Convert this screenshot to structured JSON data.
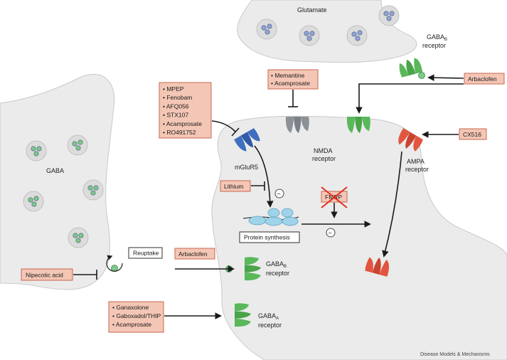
{
  "colors": {
    "cell": "#ebebeb",
    "cell_stroke": "#c9c9c9",
    "drug_box": "#f4c6b5",
    "drug_box_stroke": "#c45c44",
    "arrow": "#1a1a1a",
    "receptor_green": "#5ab85a",
    "receptor_blue": "#3f6fbf",
    "receptor_grey": "#8b9196",
    "receptor_red": "#e2553f",
    "vesicle_glutamate": "#8fa3d6",
    "vesicle_gaba": "#7cc98a",
    "ribosome": "#9fd3ea",
    "fmrp_cross": "#e03020"
  },
  "labels": {
    "glutamate": "Glutamate",
    "gaba": "GABA",
    "gabab_receptor_top": "GABAB\nreceptor",
    "gabab_top_main": "GABA",
    "gabab_top_sub": "B",
    "gabab_top_line2": "receptor",
    "nmda_line1": "NMDA",
    "nmda_line2": "receptor",
    "mglur5": "mGluR5",
    "ampa_line1": "AMPA",
    "ampa_line2": "receptor",
    "fmrp": "FMRP",
    "protein_synthesis": "Protein synthesis",
    "reuptake": "Reuptake",
    "gabab_bottom_main": "GABA",
    "gabab_bottom_sub": "B",
    "gabab_bottom_line2": "receptor",
    "gabaa_main": "GABA",
    "gabaa_sub": "A",
    "gabaa_line2": "receptor",
    "inhibit_symbol": "−",
    "credit": "Disease Models & Mechanisms"
  },
  "drug_boxes": {
    "mglur5_drugs": [
      "MPEP",
      "Fenobam",
      "AFQ056",
      "STX107",
      "Acamprosate",
      "RO491752"
    ],
    "nmda_drugs": [
      "Memantine",
      "Acamprosate"
    ],
    "arbaclofen_top": "Arbaclofen",
    "ampa_drug": "CX516",
    "lithium": "Lithium",
    "arbaclofen_bottom": "Arbaclofen",
    "nipecotic": "Nipecotic acid",
    "gabaa_drugs": [
      "Ganaxolone",
      "Gaboxadol/THIP",
      "Acamprosate"
    ]
  }
}
